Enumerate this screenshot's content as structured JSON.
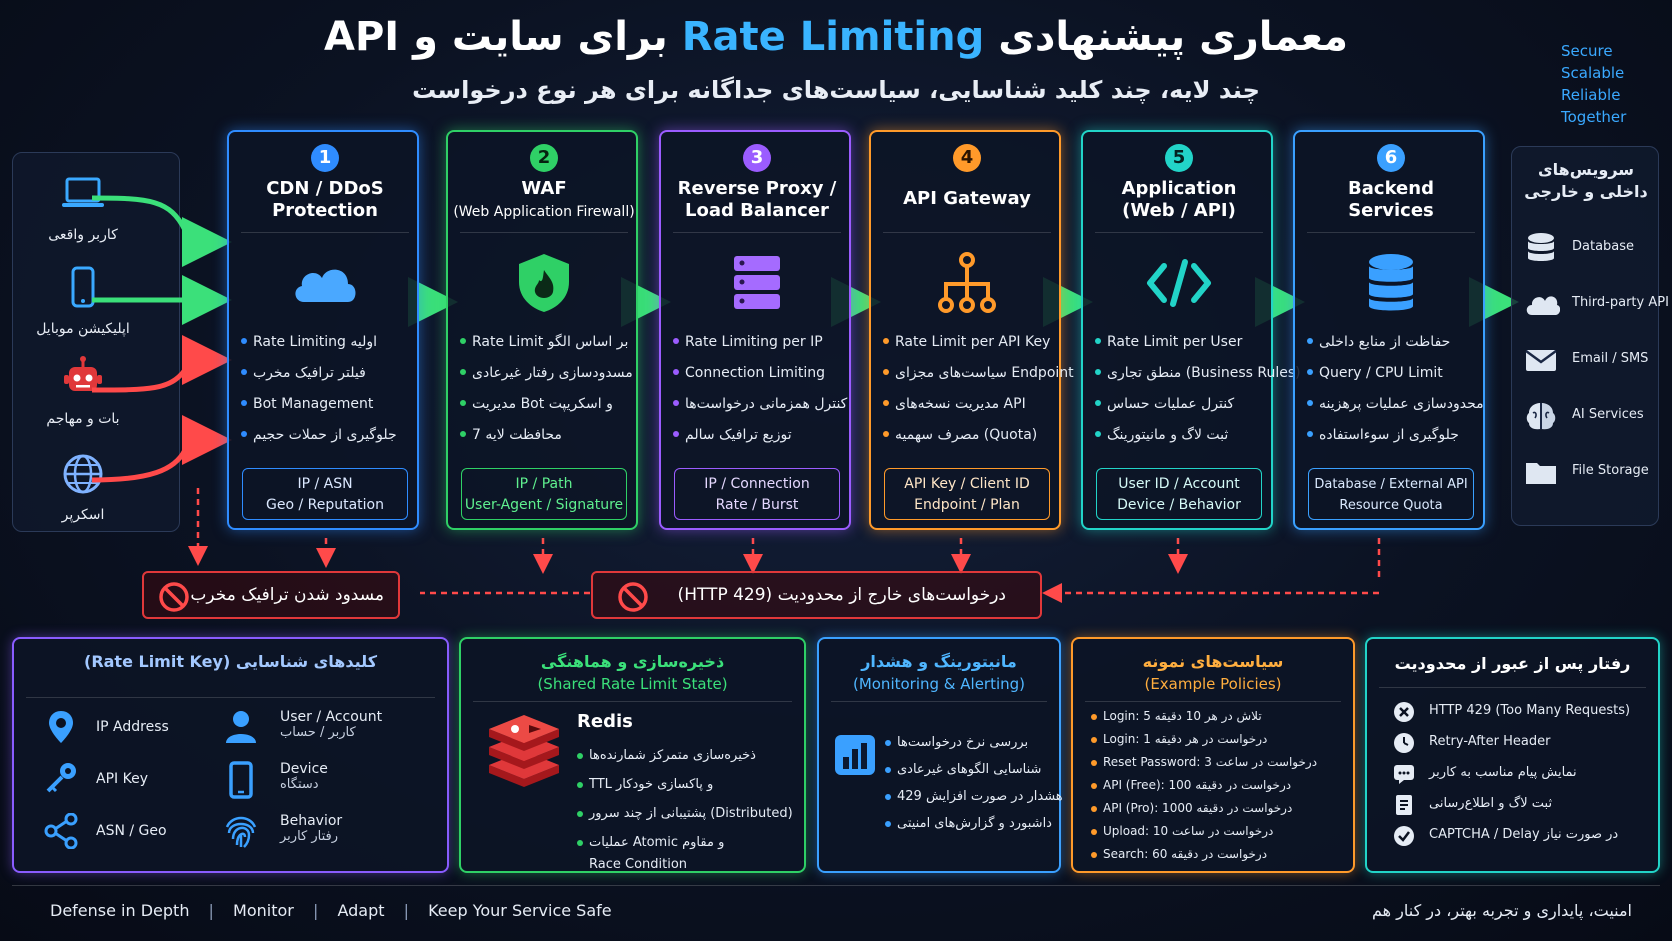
{
  "title": {
    "pre": "معماری پیشنهادی",
    "highlight": "Rate Limiting",
    "post": "برای سایت و API"
  },
  "subtitle": "چند لایه، چند کلید شناسایی، سیاست‌های جداگانه برای هر نوع درخواست",
  "tagline": [
    "Secure",
    "Scalable",
    "Reliable",
    "Together"
  ],
  "clients": [
    {
      "label": "کاربر واقعی",
      "icon": "laptop-icon"
    },
    {
      "label": "اپلیکیشن موبایل",
      "icon": "mobile-icon"
    },
    {
      "label": "بات و مهاجم",
      "icon": "robot-icon"
    },
    {
      "label": "اسکرپر",
      "icon": "globe-icon"
    }
  ],
  "layers": [
    {
      "num": "1",
      "title": "CDN / DDoS",
      "title2": "Protection",
      "color": "#2f8cff",
      "items": [
        "Rate Limiting اولیه",
        "فیلتر ترافیک مخرب",
        "Bot Management",
        "جلوگیری از حملات حجیم"
      ],
      "keys": [
        "IP / ASN",
        "Geo / Reputation"
      ],
      "icon": "cloud-icon"
    },
    {
      "num": "2",
      "title": "WAF",
      "title2": "(Web Application Firewall)",
      "color": "#2fd066",
      "items": [
        "Rate Limit بر اساس الگو",
        "مسدودسازی رفتار غیرعادی",
        "مدیریت Bot و اسکریپت",
        "محافظت لایه 7"
      ],
      "keys": [
        "IP / Path",
        "User-Agent / Signature"
      ],
      "icon": "shield-icon"
    },
    {
      "num": "3",
      "title": "Reverse Proxy /",
      "title2": "Load Balancer",
      "color": "#9b5cff",
      "items": [
        "Rate Limiting per IP",
        "Connection Limiting",
        "کنترل همزمانی درخواست‌ها",
        "توزیع ترافیک سالم"
      ],
      "keys": [
        "IP / Connection",
        "Rate / Burst"
      ],
      "icon": "server-icon"
    },
    {
      "num": "4",
      "title": "API Gateway",
      "title2": "",
      "color": "#ff9a2a",
      "items": [
        "Rate Limit per API Key",
        "سیاست‌های مجزای Endpoint",
        "مدیریت نسخه‌های API",
        "مصرف سهمیه (Quota)"
      ],
      "keys": [
        "API Key / Client ID",
        "Endpoint / Plan"
      ],
      "icon": "hierarchy-icon"
    },
    {
      "num": "5",
      "title": "Application",
      "title2": "(Web / API)",
      "color": "#22d4c8",
      "items": [
        "Rate Limit per User",
        "منطق تجاری (Business Rules)",
        "کنترل عملیات حساس",
        "ثبت لاگ و مانیتورینگ"
      ],
      "keys": [
        "User ID / Account",
        "Device / Behavior"
      ],
      "icon": "code-icon"
    },
    {
      "num": "6",
      "title": "Backend",
      "title2": "Services",
      "color": "#3aa0ff",
      "items": [
        "حفاظت از منابع داخلی",
        "Query / CPU Limit",
        "محدودسازی عملیات پرهزینه",
        "جلوگیری از سوءاستفاده"
      ],
      "keys": [
        "Database / External API",
        "Resource Quota"
      ],
      "icon": "database-icon"
    }
  ],
  "services": {
    "title": "سرویس‌های داخلی و خارجی",
    "items": [
      {
        "label": "Database",
        "icon": "database-icon"
      },
      {
        "label": "Third-party API",
        "icon": "cloud-icon"
      },
      {
        "label": "Email / SMS",
        "icon": "mail-icon"
      },
      {
        "label": "AI Services",
        "icon": "brain-icon"
      },
      {
        "label": "File Storage",
        "icon": "folder-icon"
      }
    ]
  },
  "blocked": {
    "malicious": "مسدود شدن ترافیک مخرب",
    "over_limit": "درخواست‌های خارج از محدودیت (HTTP 429)"
  },
  "panels": {
    "keys": {
      "title": "کلیدهای شناسایی (Rate Limit Key)",
      "items": [
        {
          "label": "IP Address",
          "sub": "",
          "icon": "location-pin-icon"
        },
        {
          "label": "User / Account",
          "sub": "کاربر / حساب",
          "icon": "user-icon"
        },
        {
          "label": "API Key",
          "sub": "",
          "icon": "key-icon"
        },
        {
          "label": "Device",
          "sub": "دستگاه",
          "icon": "device-icon"
        },
        {
          "label": "ASN / Geo",
          "sub": "",
          "icon": "share-icon"
        },
        {
          "label": "Behavior",
          "sub": "رفتار کاربر",
          "icon": "fingerprint-icon"
        }
      ]
    },
    "storage": {
      "title": "ذخیره‌سازی و هماهنگی",
      "title2": "(Shared Rate Limit State)",
      "heading": "Redis",
      "items": [
        "ذخیره‌سازی متمرکز شمارنده‌ها",
        "TTL و پاکسازی خودکار",
        "پشتیبانی از چند سرور (Distributed)",
        "عملیات Atomic و مقاوم"
      ],
      "extra": "Race Condition"
    },
    "monitoring": {
      "title": "مانیتورینگ و هشدار",
      "title2": "(Monitoring & Alerting)",
      "items": [
        "بررسی نرخ درخواست‌ها",
        "شناسایی الگوهای غیرعادی",
        "هشدار در صورت افزایش 429",
        "داشبورد و گزارش‌های امنیتی"
      ]
    },
    "policies": {
      "title": "سیاست‌های نمونه",
      "title2": "(Example Policies)",
      "items": [
        "Login: 5 تلاش در هر 10 دقیقه",
        "Login: 1 درخواست در هر دقیقه",
        "Reset Password: 3 درخواست در ساعت",
        "API (Free): 100 درخواست در دقیقه",
        "API (Pro): 1000 درخواست در دقیقه",
        "Upload: 10 درخواست در ساعت",
        "Search: 60 درخواست در دقیقه"
      ]
    },
    "after": {
      "title": "رفتار پس از عبور از محدودیت",
      "items": [
        {
          "label": "HTTP 429 (Too Many Requests)",
          "icon": "x-circle-icon"
        },
        {
          "label": "Retry-After Header",
          "icon": "clock-icon"
        },
        {
          "label": "نمایش پیام مناسب به کاربر",
          "icon": "message-icon"
        },
        {
          "label": "ثبت لاگ و اطلاع‌رسانی",
          "icon": "log-icon"
        },
        {
          "label": "CAPTCHA / Delay در صورت نیاز",
          "icon": "captcha-icon"
        }
      ]
    }
  },
  "footer": {
    "left": [
      "Defense in Depth",
      "Monitor",
      "Adapt",
      "Keep Your Service Safe"
    ],
    "right": "امنیت، پایداری و تجربه بهتر، در کنار هم"
  }
}
